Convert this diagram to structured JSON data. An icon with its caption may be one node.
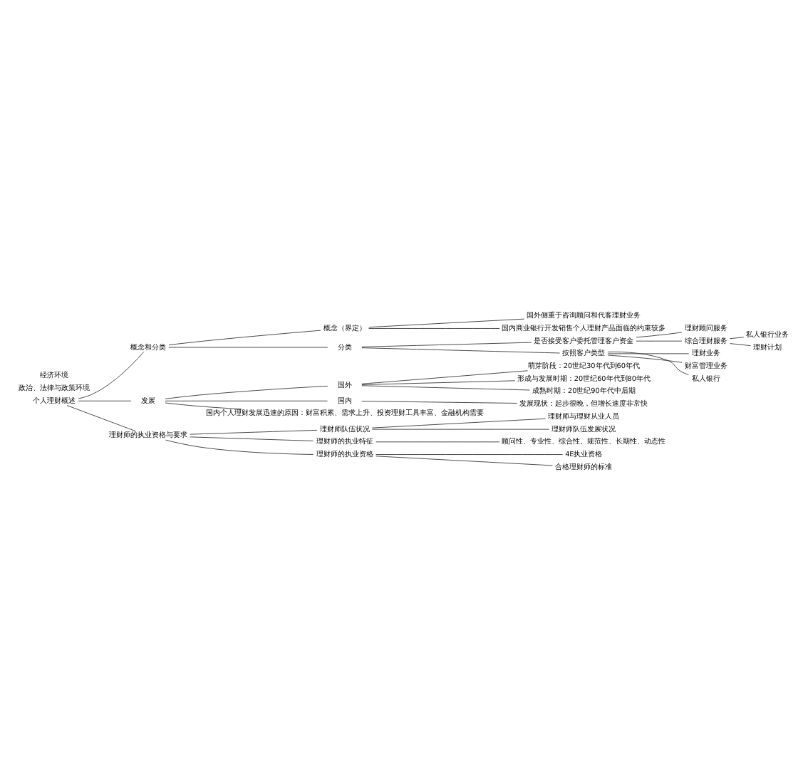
{
  "diagram": {
    "nodes": [
      {
        "text": [
          "个人理财概述"
        ]
      },
      {
        "text": [
          "概念和分类"
        ]
      },
      {
        "text": [
          "概念（界定）"
        ]
      },
      {
        "text": [
          "国外侧重于咨询顾问和代客理财业务"
        ]
      },
      {
        "text": [
          "国内商业银行开发销售个人理财产品面临的约束较多"
        ]
      },
      {
        "text": [
          "分类"
        ]
      },
      {
        "text": [
          "是否接受客户委托管理客户资金"
        ]
      },
      {
        "text": [
          "理财顾问服务"
        ]
      },
      {
        "text": [
          "综合理财服务"
        ]
      },
      {
        "text": [
          "私人银行业务"
        ]
      },
      {
        "text": [
          "理财计划"
        ]
      },
      {
        "text": [
          "按照客户类型"
        ]
      },
      {
        "text": [
          "理财业务"
        ]
      },
      {
        "text": [
          "财富管理业务"
        ]
      },
      {
        "text": [
          "私人银行"
        ]
      },
      {
        "text": [
          "发展"
        ]
      },
      {
        "text": [
          "国外"
        ]
      },
      {
        "text": [
          "萌芽阶段：20世纪30年代到60年代"
        ]
      },
      {
        "text": [
          "形成与发展时期：20世纪60年代到80年代"
        ]
      },
      {
        "text": [
          "成熟时期：20世纪90年代中后期"
        ]
      },
      {
        "text": [
          "国内"
        ]
      },
      {
        "text": [
          "发展现状：起步很晚，但增长速度非常快"
        ]
      },
      {
        "text": [
          "国内个人理财发展迅速的原因：财富积累、需求上升、投资理财工具丰富、金融机构需要"
        ]
      },
      {
        "text": [
          "理财师的执业资格与要求"
        ]
      },
      {
        "text": [
          "理财师队伍状况"
        ]
      },
      {
        "text": [
          "理财师与理财从业人员"
        ]
      },
      {
        "text": [
          "理财师队伍发展状况"
        ]
      },
      {
        "text": [
          "理财师的执业特征"
        ]
      },
      {
        "text": [
          "顾问性、专业性、综合性、规范性、长期性、动态性"
        ]
      },
      {
        "text": [
          "理财师的执业资格"
        ]
      },
      {
        "text": [
          "4E执业资格"
        ]
      },
      {
        "text": [
          "合格理财师的标准"
        ]
      }
    ],
    "edges": [
      {
        "from": 0,
        "to": 1,
        "arrow": "none"
      },
      {
        "from": 1,
        "to": 2,
        "arrow": "none"
      },
      {
        "from": 2,
        "to": 3,
        "arrow": "none"
      },
      {
        "from": 2,
        "to": 4,
        "arrow": "none"
      },
      {
        "from": 1,
        "to": 5,
        "arrow": "none"
      },
      {
        "from": 5,
        "to": 6,
        "arrow": "none"
      },
      {
        "from": 6,
        "to": 7,
        "arrow": "none"
      },
      {
        "from": 6,
        "to": 8,
        "arrow": "none"
      },
      {
        "from": 8,
        "to": 9,
        "arrow": "none"
      },
      {
        "from": 8,
        "to": 10,
        "arrow": "none"
      },
      {
        "from": 5,
        "to": 11,
        "arrow": "none"
      },
      {
        "from": 11,
        "to": 12,
        "arrow": "none"
      },
      {
        "from": 11,
        "to": 13,
        "arrow": "none"
      },
      {
        "from": 11,
        "to": 14,
        "arrow": "none"
      },
      {
        "from": 0,
        "to": 15,
        "arrow": "none"
      },
      {
        "from": 15,
        "to": 16,
        "arrow": "none"
      },
      {
        "from": 16,
        "to": 17,
        "arrow": "none"
      },
      {
        "from": 16,
        "to": 18,
        "arrow": "none"
      },
      {
        "from": 16,
        "to": 19,
        "arrow": "none"
      },
      {
        "from": 15,
        "to": 20,
        "arrow": "none"
      },
      {
        "from": 20,
        "to": 21,
        "arrow": "none"
      },
      {
        "from": 15,
        "to": 22,
        "arrow": "none"
      },
      {
        "from": 0,
        "to": 23,
        "arrow": "none"
      },
      {
        "from": 23,
        "to": 24,
        "arrow": "none"
      },
      {
        "from": 24,
        "to": 25,
        "arrow": "none"
      },
      {
        "from": 24,
        "to": 26,
        "arrow": "none"
      },
      {
        "from": 23,
        "to": 27,
        "arrow": "none"
      },
      {
        "from": 27,
        "to": 28,
        "arrow": "none"
      },
      {
        "from": 23,
        "to": 29,
        "arrow": "none"
      },
      {
        "from": 29,
        "to": 30,
        "arrow": "none"
      },
      {
        "from": 29,
        "to": 31,
        "arrow": "none"
      }
    ],
    "labels": [
      "政治、法律与政策环境",
      "经济环境"
    ]
  }
}
